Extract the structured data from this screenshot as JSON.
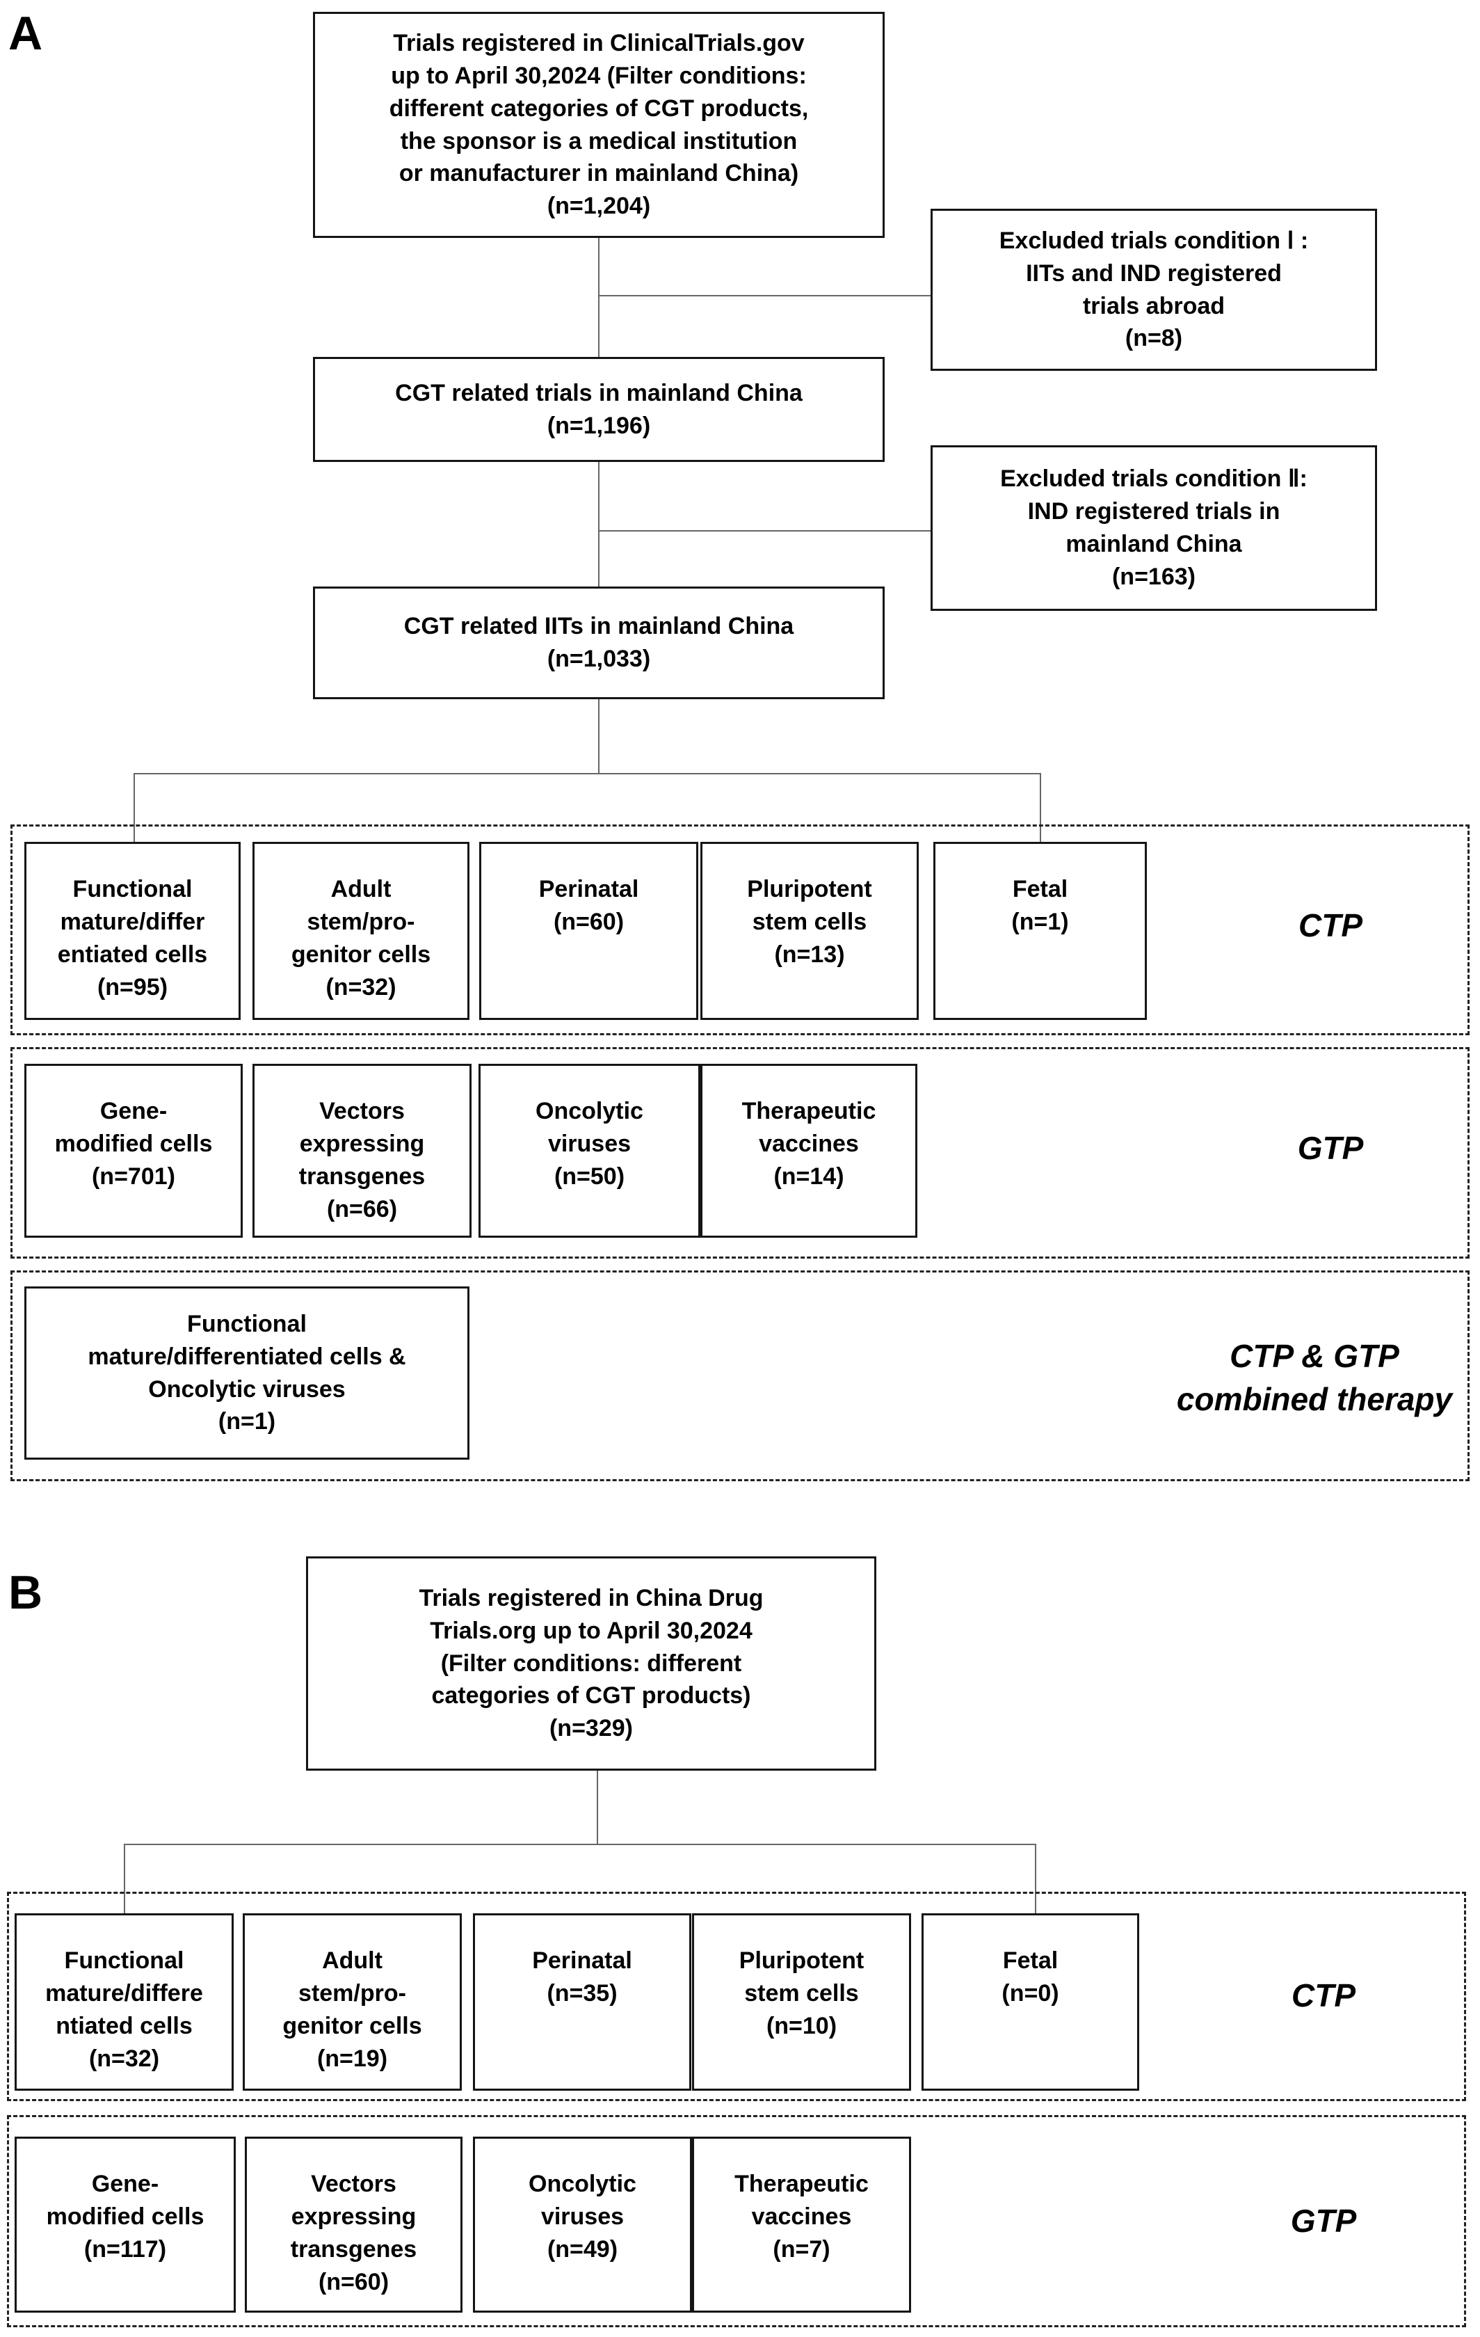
{
  "colors": {
    "text": "#000000",
    "box_border": "#151515",
    "dashed_border": "#222222",
    "connector_line": "#666666",
    "background": "#ffffff"
  },
  "panel_a": {
    "letter": "A",
    "source_box": "Trials registered in ClinicalTrials.gov\nup to April 30,2024 (Filter conditions:\ndifferent categories of CGT products,\nthe sponsor is a medical institution\nor manufacturer in mainland China)\n(n=1,204)",
    "excluded_1": "Excluded trials condition Ⅰ :\nIITs and IND registered\ntrials abroad\n(n=8)",
    "cgt_trials": "CGT related trials in mainland China\n(n=1,196)",
    "excluded_2": "Excluded trials condition Ⅱ:\nIND registered trials in\nmainland China\n(n=163)",
    "iits": "CGT related IITs in mainland China\n(n=1,033)",
    "ctp_row": {
      "label": "CTP",
      "boxes": [
        "Functional\nmature/differ\nentiated cells\n(n=95)",
        "Adult\nstem/pro-\ngenitor cells\n(n=32)",
        "Perinatal\n(n=60)",
        "Pluripotent\nstem cells\n(n=13)",
        "Fetal\n(n=1)"
      ]
    },
    "gtp_row": {
      "label": "GTP",
      "boxes": [
        "Gene-\nmodified cells\n(n=701)",
        "Vectors\nexpressing\ntransgenes\n(n=66)",
        "Oncolytic\nviruses\n(n=50)",
        "Therapeutic\nvaccines\n(n=14)"
      ]
    },
    "combined_row": {
      "label": "CTP & GTP\ncombined therapy",
      "box": "Functional\nmature/differentiated cells &\nOncolytic viruses\n(n=1)"
    }
  },
  "panel_b": {
    "letter": "B",
    "source_box": "Trials registered in China Drug\nTrials.org up to April 30,2024\n(Filter conditions: different\ncategories of CGT products)\n(n=329)",
    "ctp_row": {
      "label": "CTP",
      "boxes": [
        "Functional\nmature/differe\nntiated cells\n(n=32)",
        "Adult\nstem/pro-\ngenitor cells\n(n=19)",
        "Perinatal\n(n=35)",
        "Pluripotent\nstem cells\n(n=10)",
        "Fetal\n(n=0)"
      ]
    },
    "gtp_row": {
      "label": "GTP",
      "boxes": [
        "Gene-\nmodified cells\n(n=117)",
        "Vectors\nexpressing\ntransgenes\n(n=60)",
        "Oncolytic\nviruses\n(n=49)",
        "Therapeutic\nvaccines\n(n=7)"
      ]
    }
  }
}
